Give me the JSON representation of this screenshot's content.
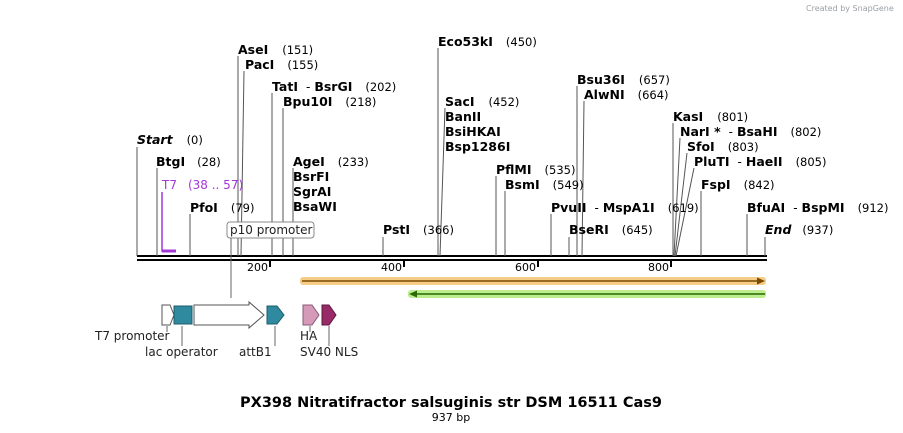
{
  "credit": "Created by SnapGene",
  "title": "PX398 Nitratifractor salsuginis str DSM 16511 Cas9",
  "length_label": "937 bp",
  "ruler_ticks": [
    "200",
    "400",
    "600",
    "800"
  ],
  "cut_sites": {
    "start": {
      "name": "Start",
      "pos": "(0)"
    },
    "btgi": {
      "name": "BtgI",
      "pos": "(28)"
    },
    "pfoi": {
      "name": "PfoI",
      "pos": "(79)"
    },
    "asei": {
      "name": "AseI",
      "pos": "(151)"
    },
    "paci": {
      "name": "PacI",
      "pos": "(155)"
    },
    "tati": {
      "name": "TatI",
      "sep": "-",
      "name2": "BsrGI",
      "pos": "(202)"
    },
    "bpu10i": {
      "name": "Bpu10I",
      "pos": "(218)"
    },
    "agei": {
      "name": "AgeI",
      "pos": "(233)",
      "extra": [
        "BsrFI",
        "SgrAI",
        "BsaWI"
      ]
    },
    "psti": {
      "name": "PstI",
      "pos": "(366)"
    },
    "eco53ki": {
      "name": "Eco53kI",
      "pos": "(450)"
    },
    "saci": {
      "name": "SacI",
      "pos": "(452)",
      "extra": [
        "BanII",
        "BsiHKAI",
        "Bsp1286I"
      ]
    },
    "pflmi": {
      "name": "PflMI",
      "pos": "(535)"
    },
    "bsmi": {
      "name": "BsmI",
      "pos": "(549)"
    },
    "pvuii": {
      "name": "PvuII",
      "sep": "-",
      "name2": "MspA1I",
      "pos": "(619)"
    },
    "bseri": {
      "name": "BseRI",
      "pos": "(645)"
    },
    "bsu36i": {
      "name": "Bsu36I",
      "pos": "(657)"
    },
    "alwni": {
      "name": "AlwNI",
      "pos": "(664)"
    },
    "kasi": {
      "name": "KasI",
      "pos": "(801)"
    },
    "nari": {
      "name": "NarI *",
      "sep": "-",
      "name2": "BsaHI",
      "pos": "(802)"
    },
    "sfoi": {
      "name": "SfoI",
      "pos": "(803)"
    },
    "pluti": {
      "name": "PluTI",
      "sep": "-",
      "name2": "HaeII",
      "pos": "(805)"
    },
    "fspi": {
      "name": "FspI",
      "pos": "(842)"
    },
    "bfuai": {
      "name": "BfuAI",
      "sep": "-",
      "name2": "BspMI",
      "pos": "(912)"
    },
    "end": {
      "name": "End",
      "pos": "(937)"
    }
  },
  "primer": {
    "name": "T7",
    "range": "(38 .. 57)",
    "color": "#a338d8"
  },
  "promoter_label": "p10 promoter",
  "features": {
    "t7_promoter": "T7 promoter",
    "lac_operator": "lac operator",
    "attb1": "attB1",
    "ha": "HA",
    "sv40_nls": "SV40 NLS"
  },
  "colors": {
    "orf_orange": "#f0a020",
    "orf_green": "#5cc020",
    "lac_operator": "#2f8aa0",
    "attb1": "#2f8aa0",
    "ha": "#d49ab8",
    "sv40_nls": "#982a68"
  }
}
